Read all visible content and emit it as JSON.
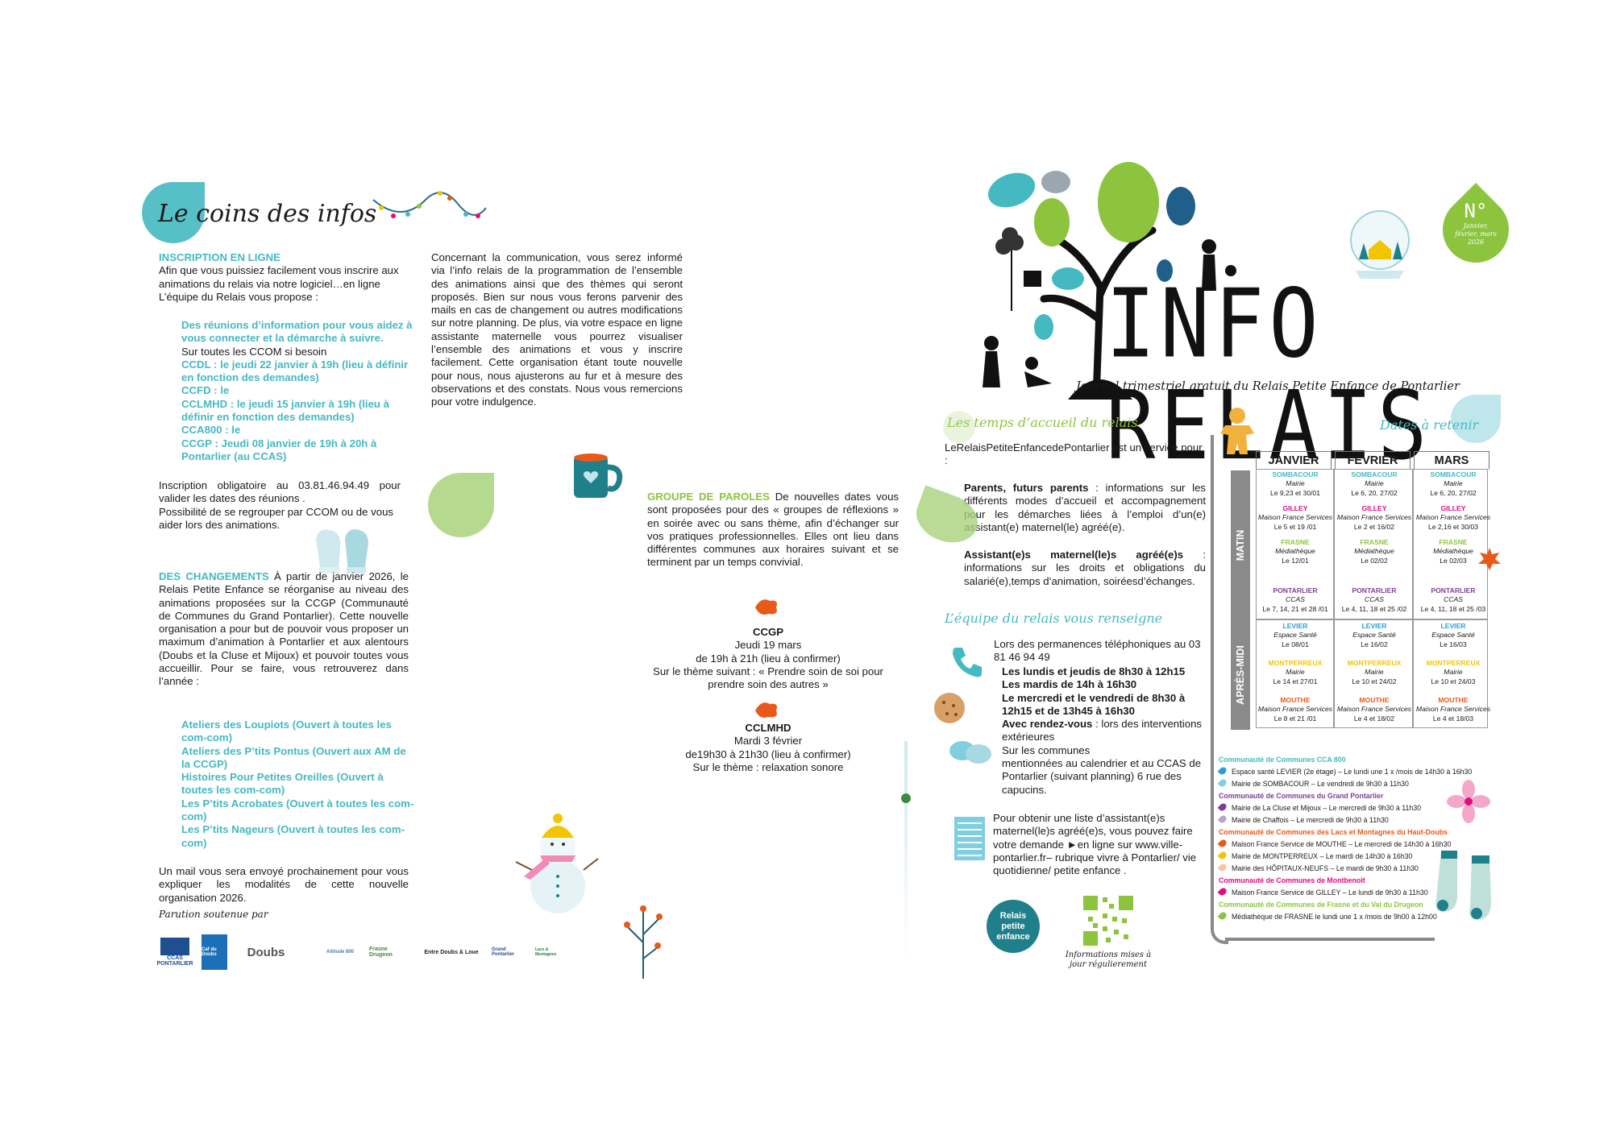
{
  "left": {
    "coin_title": "Le coins des infos",
    "inscription": {
      "heading": "INSCRIPTION EN LIGNE",
      "intro": "Afin que vous puissiez facilement vous inscrire aux animations du relais via notre logiciel…en ligne L’équipe du Relais vous propose :",
      "highlight": "Des réunions d’information pour vous aidez à vous connecter et la démarche à suivre.",
      "sub": "Sur toutes les CCOM si besoin",
      "items": [
        "CCDL : le jeudi 22 janvier à 19h (lieu à définir en fonction des demandes)",
        "CCFD : le",
        "CCLMHD : le jeudi 15 janvier à 19h (lieu à définir en fonction des demandes)",
        "CCA800 : le",
        "CCGP : Jeudi 08 janvier de 19h à 20h à Pontarlier (au CCAS)"
      ],
      "oblig": "Inscription obligatoire au 03.81.46.94.49 pour valider les dates des réunions .",
      "regroup": "Possibilité de se regrouper par CCOM ou de vous aider lors des animations."
    },
    "changements": {
      "heading": "DES CHANGEMENTS",
      "text": "À partir de janvier 2026, le Relais Petite Enfance se réorganise au niveau des animations proposées sur la CCGP (Communauté de Communes du Grand Pontarlier). Cette nouvelle organisation a pour but de pouvoir vous proposer un maximum d’animation à Pontarlier et aux alentours (Doubs et la Cluse et Mijoux) et pouvoir toutes vous accueillir. Pour se faire, vous retrouverez dans l’année :",
      "items": [
        "Ateliers des Loupiots (Ouvert à toutes les com-com)",
        "Ateliers des P’tits Pontus (Ouvert aux AM de la CCGP)",
        "Histoires Pour Petites Oreilles (Ouvert à toutes les com-com)",
        "Les P’tits Acrobates (Ouvert à toutes les com-com)",
        "Les P’tits Nageurs (Ouvert à toutes les com-com)"
      ],
      "mail": "Un mail vous sera envoyé prochainement pour vous expliquer les modalités de cette nouvelle organisation 2026."
    },
    "parution": "Parution soutenue par",
    "logos": [
      "CCAS PONTARLIER",
      "Caf du Doubs",
      "Doubs",
      "Altitude 800",
      "Frasne Drugeon",
      "Entre Doubs & Loue",
      "Grand Pontarlier",
      "Lacs & Montagnes"
    ],
    "communication": "Concernant la communication, vous serez informé via l’info relais de la programmation de l’ensemble des animations ainsi que des thèmes qui seront proposés. Bien sur nous vous ferons parvenir des mails en cas de changement ou autres modifications sur notre planning. De plus, via votre espace en ligne assistante maternelle vous pourrez visualiser l’ensemble des animations et vous y inscrire facilement. Cette organisation étant toute nouvelle pour nous, nous ajusterons au fur et à mesure des observations et des constats. Nous vous remercions pour votre indulgence.",
    "groupe": {
      "heading": "GROUPE DE PAROLES",
      "text": "De nouvelles dates vous sont proposées pour des « groupes de réflexions » en soirée avec ou sans thème, afin d’échanger sur vos pratiques professionnelles. Elles ont lieu dans différentes communes aux horaires suivant et se terminent par un temps convivial."
    },
    "ccgp": {
      "title": "CCGP",
      "l1": "Jeudi 19 mars",
      "l2": "de 19h à 21h (lieu à confirmer)",
      "l3": "Sur le thème suivant : « Prendre soin de soi pour prendre soin des autres »"
    },
    "cclmhd": {
      "title": "CCLMHD",
      "l1": "Mardi 3 février",
      "l2": "de19h30 à 21h30 (lieu à confirmer)",
      "l3": "Sur le thème : relaxation sonore"
    }
  },
  "right": {
    "title": "INFO RELAIS",
    "subtitle": "Journal trimestriel gratuit du Relais Petite Enfance de Pontarlier",
    "badge_no": "N°",
    "badge_period": "Janvier, février, mars 2026",
    "accueil": {
      "heading": "Les temps d’accueil du relais",
      "intro": "LeRelaisPetiteEnfancedePontarlier est un service pour :",
      "parents_label": "Parents, futurs parents",
      "parents_text": ": informations sur les différents modes d’accueil et accompagnement pour les démarches liées à l’emploi d’un(e) assistant(e) maternel(le) agréé(e).",
      "assist_label": "Assistant(e)s maternel(le)s agréé(e)s",
      "assist_text": ": informations sur les droits et obligations du salarié(e),temps d’animation, soiréesd’échanges."
    },
    "equipe": {
      "heading": "L’équipe du relais vous renseigne",
      "perm": "Lors des permanences téléphoniques au 03 81 46 94 49",
      "h1": "Les lundis et jeudis de 8h30 à 12h15",
      "h2": "Les mardis de 14h à 16h30",
      "h3": "Le mercredi et le vendredi de 8h30 à 12h15 et de 13h45 à 16h30",
      "rdv_label": "Avec rendez-vous",
      "rdv_text": ": lors des interventions extérieures",
      "overlap": "Sur les communes",
      "ment": "mentionnées au calendrier et au CCAS de Pontarlier (suivant planning) 6 rue des capucins.",
      "liste_a": "Pour obtenir une liste",
      "liste_b": "d’assistant(e)s",
      "liste_c": "maternel(le)s agréé(e)s, vous pouvez faire votre demande ►en ligne sur www.ville-pontarlier.fr– rubrique vivre à Pontarlier/ vie quotidienne/ petite enfance .",
      "relais_logo": "Relais petite enfance",
      "qr_caption": "Informations mises à jour régulierement"
    },
    "dates_title": "Dates à retenir",
    "months": [
      "JANVIER",
      "FÉVRIER",
      "MARS"
    ],
    "band_matin": "MATIN",
    "band_apm": "APRÈS-MIDI",
    "matin": [
      [
        {
          "t": "SOMBACOUR",
          "sub": "Mairie",
          "d": "Le 9,23 et 30/01",
          "c": "#45b9c1"
        },
        {
          "t": "GILLEY",
          "sub": "Maison France Services",
          "d": "Le 5 et 19 /01",
          "c": "#e4097f"
        },
        {
          "t": "FRASNE",
          "sub": "Médiathèque",
          "d": "Le 12/01",
          "c": "#8cc43e"
        },
        {
          "t": "PONTARLIER",
          "sub": "CCAS",
          "d": "Le 7, 14, 21 et 28 /01",
          "c": "#7b3f97"
        }
      ],
      [
        {
          "t": "SOMBACOUR",
          "sub": "Mairie",
          "d": "Le 6, 20, 27/02",
          "c": "#45b9c1"
        },
        {
          "t": "GILLEY",
          "sub": "Maison France Services",
          "d": "Le 2 et 16/02",
          "c": "#e4097f"
        },
        {
          "t": "FRASNE",
          "sub": "Médiathèque",
          "d": "Le 02/02",
          "c": "#8cc43e"
        },
        {
          "t": "PONTARLIER",
          "sub": "CCAS",
          "d": "Le 4, 11, 18 et 25 /02",
          "c": "#7b3f97"
        }
      ],
      [
        {
          "t": "SOMBACOUR",
          "sub": "Mairie",
          "d": "Le 6, 20, 27/02",
          "c": "#45b9c1"
        },
        {
          "t": "GILLEY",
          "sub": "Maison France Services",
          "d": "Le 2,16 et 30/03",
          "c": "#e4097f"
        },
        {
          "t": "FRASNE",
          "sub": "Médiathèque",
          "d": "Le 02/03",
          "c": "#8cc43e"
        },
        {
          "t": "PONTARLIER",
          "sub": "CCAS",
          "d": "Le 4, 11, 18 et 25 /03",
          "c": "#7b3f97"
        }
      ]
    ],
    "apm": [
      [
        {
          "t": "LEVIER",
          "sub": "Espace Santé",
          "d": "Le 08/01",
          "c": "#2a9fd6"
        },
        {
          "t": "MONTPERREUX",
          "sub": "Mairie",
          "d": "Le 14 et 27/01",
          "c": "#f2c500"
        },
        {
          "t": "MOUTHE",
          "sub": "Maison France Services",
          "d": "Le 8 et 21 /01",
          "c": "#e8591a"
        }
      ],
      [
        {
          "t": "LEVIER",
          "sub": "Espace Santé",
          "d": "Le 16/02",
          "c": "#2a9fd6"
        },
        {
          "t": "MONTPERREUX",
          "sub": "Mairie",
          "d": "Le 10 et 24/02",
          "c": "#f2c500"
        },
        {
          "t": "MOUTHE",
          "sub": "Maison France Services",
          "d": "Le 4 et 18/02",
          "c": "#e8591a"
        }
      ],
      [
        {
          "t": "LEVIER",
          "sub": "Espace Santé",
          "d": "Le 16/03",
          "c": "#2a9fd6"
        },
        {
          "t": "MONTPERREUX",
          "sub": "Mairie",
          "d": "Le 10 et 24/03",
          "c": "#f2c500"
        },
        {
          "t": "MOUTHE",
          "sub": "Maison France Services",
          "d": "Le 4 et 18/03",
          "c": "#e8591a"
        }
      ]
    ],
    "legend": [
      {
        "title": "Communauté de Communes CCA 800",
        "tc": "#45b9c1",
        "rows": [
          {
            "txt": "Espace santé LEVIER (2e étage) – Le lundi une 1 x /mois de 14h30 à 16h30",
            "c": "#2a9fd6"
          },
          {
            "txt": "Mairie de SOMBACOUR – Le vendredi de 9h30 à 11h30",
            "c": "#7fcfe0"
          }
        ]
      },
      {
        "title": "Communauté de Communes du Grand Pontarlier",
        "tc": "#7b3f97",
        "rows": [
          {
            "txt": "Mairie de La Cluse et Mijoux – Le mercredi de 9h30 à 11h30",
            "c": "#7b3f97"
          },
          {
            "txt": "Mairie de Chaffois – Le mercredi de 9h30 à 11h30",
            "c": "#b7a3d6"
          }
        ]
      },
      {
        "title": "Communauté de Communes des Lacs et Montagnes du Haut-Doubs",
        "tc": "#e8591a",
        "rows": [
          {
            "txt": "Maison France Service de MOUTHE – Le mercredi de 14h30 à 16h30",
            "c": "#e8591a"
          },
          {
            "txt": "Mairie de MONTPERREUX – Le mardi de 14h30 à 16h30",
            "c": "#f2c500"
          },
          {
            "txt": "Mairie des HÔPITAUX-NEUFS – Le mardi de 9h30 à 11h30",
            "c": "#f7c6a3"
          }
        ]
      },
      {
        "title": "Communauté de Communes de Montbenoît",
        "tc": "#e4097f",
        "rows": [
          {
            "txt": "Maison France Service de GILLEY – Le lundi de 9h30 à 11h30",
            "c": "#e4097f"
          }
        ]
      },
      {
        "title": "Communauté de Communes de Frasne et du Val du Drugeon",
        "tc": "#8cc43e",
        "rows": [
          {
            "txt": "Médiathèque de FRASNE le lundi une 1 x /mois de 9h00 à 12h00",
            "c": "#8cc43e"
          }
        ]
      }
    ]
  }
}
